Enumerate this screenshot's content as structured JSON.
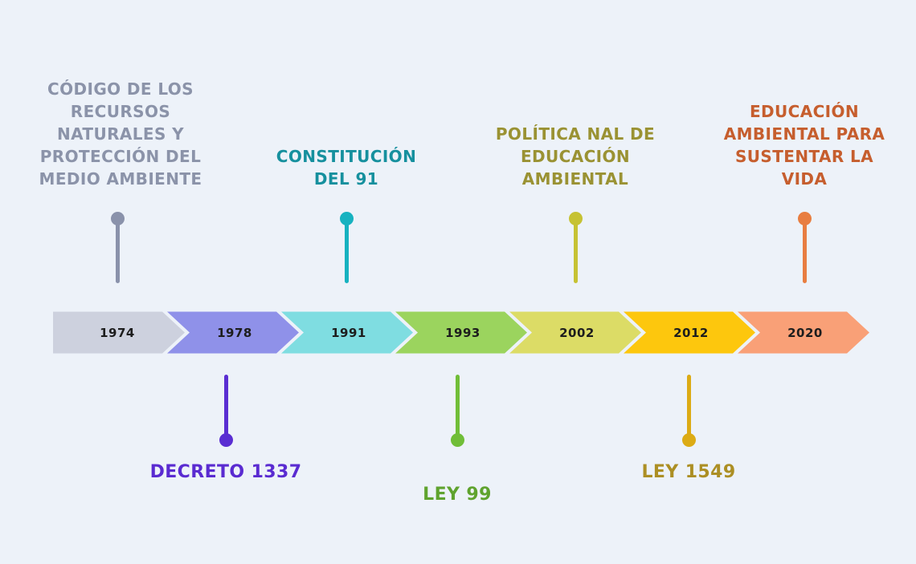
{
  "background_color": "#edf2f9",
  "timeline": {
    "year_text_color": "#1d1d1d",
    "segments": [
      {
        "year": "1974",
        "color": "#cdd1de"
      },
      {
        "year": "1978",
        "color": "#8f91e9"
      },
      {
        "year": "1991",
        "color": "#7fdde1"
      },
      {
        "year": "1993",
        "color": "#9bd45e"
      },
      {
        "year": "2002",
        "color": "#dcdc66"
      },
      {
        "year": "2012",
        "color": "#fdc70d"
      },
      {
        "year": "2020",
        "color": "#f9a077"
      }
    ]
  },
  "events_top": [
    {
      "year": "1974",
      "title": "CÓDIGO DE LOS\nRECURSOS\nNATURALES Y\nPROTECCIÓN DEL\nMEDIO AMBIENTE",
      "text_color": "#8b93a9",
      "connector_color": "#8a92ab"
    },
    {
      "year": "1991",
      "title": "CONSTITUCIÓN\nDEL 91",
      "text_color": "#16909e",
      "connector_color": "#17b2c0"
    },
    {
      "year": "2002",
      "title": "POLÍTICA NAL DE\nEDUCACIÓN\nAMBIENTAL",
      "text_color": "#9a9233",
      "connector_color": "#c6c233"
    },
    {
      "year": "2020",
      "title": "EDUCACIÓN\nAMBIENTAL PARA\nSUSTENTAR LA\nVIDA",
      "text_color": "#c65e2e",
      "connector_color": "#e87e41"
    }
  ],
  "events_bottom": [
    {
      "year": "1978",
      "title": "DECRETO 1337",
      "text_color": "#5a2bd1",
      "connector_color": "#5a2ed2"
    },
    {
      "year": "1993",
      "title": "LEY 99",
      "text_color": "#5fa32e",
      "connector_color": "#70be38"
    },
    {
      "year": "2012",
      "title": "LEY 1549",
      "text_color": "#ac8f24",
      "connector_color": "#dcab15"
    }
  ]
}
